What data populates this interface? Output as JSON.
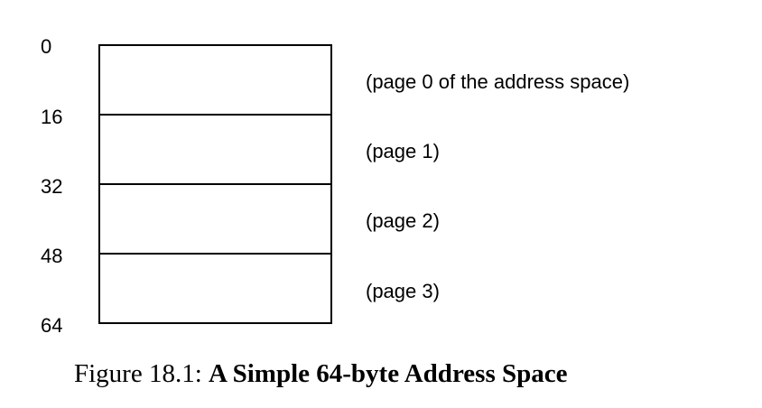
{
  "diagram": {
    "addresses": [
      "0",
      "16",
      "32",
      "48",
      "64"
    ],
    "pages": [
      "(page 0 of the address space)",
      "(page 1)",
      "(page 2)",
      "(page 3)"
    ]
  },
  "caption": {
    "prefix": "Figure 18.1:",
    "title": "A Simple 64-byte Address Space"
  }
}
